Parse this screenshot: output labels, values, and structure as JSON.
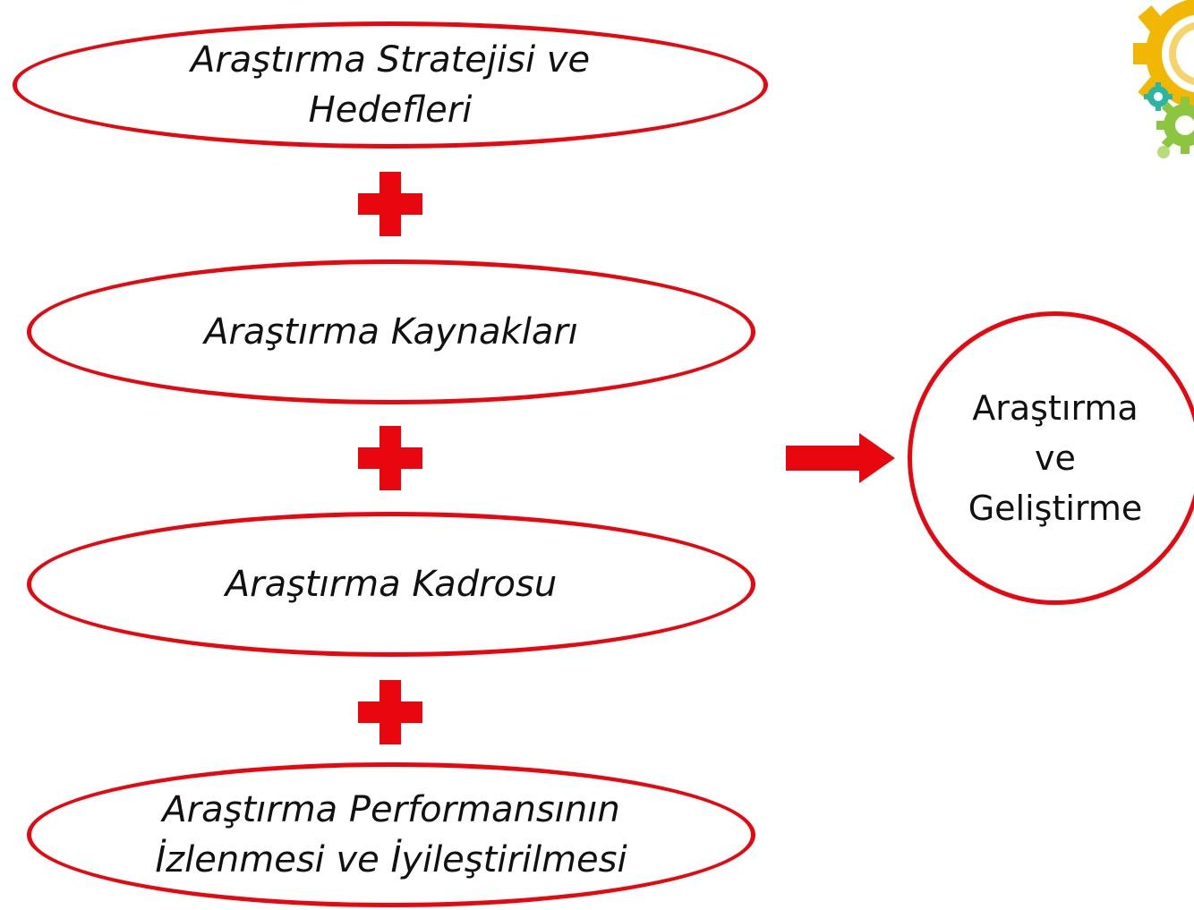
{
  "diagram": {
    "inputs": [
      {
        "id": "strategy",
        "label": "Araştırma Stratejisi ve\nHedefleri"
      },
      {
        "id": "resources",
        "label": "Araştırma Kaynakları"
      },
      {
        "id": "staff",
        "label": "Araştırma Kadrosu"
      },
      {
        "id": "performance",
        "label": "Araştırma Performansının\nİzlenmesi ve İyileştirilmesi"
      }
    ],
    "result": {
      "label": "Araştırma\nve\nGeliştirme"
    }
  },
  "colors": {
    "accent": "#e8070e",
    "text": "#111111",
    "gear_yellow": "#f2b705",
    "gear_green": "#8cc63f",
    "gear_teal": "#2bb6a3"
  },
  "icons": {
    "plus": "plus-icon",
    "arrow": "right-arrow-icon",
    "decoration": "gear-icon"
  }
}
